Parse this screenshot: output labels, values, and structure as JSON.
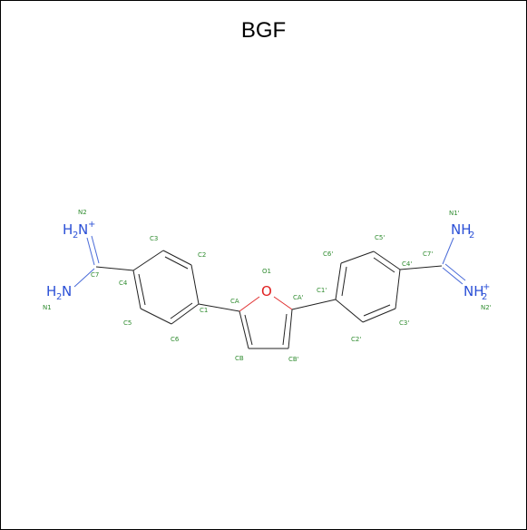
{
  "title": "BGF",
  "colors": {
    "carbon_label": "#2e8b2e",
    "nitrogen": "#2a4fd6",
    "oxygen": "#e02020",
    "bond": "#222222"
  },
  "atoms": {
    "N2": "N2",
    "N1": "N1",
    "C7": "C7",
    "C4": "C4",
    "C3": "C3",
    "C2": "C2",
    "C5": "C5",
    "C6": "C6",
    "C1": "C1",
    "CA": "CA",
    "CB": "CB",
    "O1": "O1",
    "CAp": "CA'",
    "CBp": "CB'",
    "C1p": "C1'",
    "C2p": "C2'",
    "C3p": "C3'",
    "C4p": "C4'",
    "C5p": "C5'",
    "C6p": "C6'",
    "C7p": "C7'",
    "N1p": "N1'",
    "N2p": "N2'"
  },
  "groups": {
    "left_nh2_plus": {
      "main": "H",
      "sub": "2",
      "tail": "N",
      "charge": "+"
    },
    "left_nh2": {
      "head": "H",
      "sub": "2",
      "tail": "N"
    },
    "oxygen": "O",
    "right_nh2": {
      "main": "NH",
      "sub": "2"
    },
    "right_nh2_plus": {
      "main": "NH",
      "sub": "2",
      "charge": "+"
    }
  }
}
